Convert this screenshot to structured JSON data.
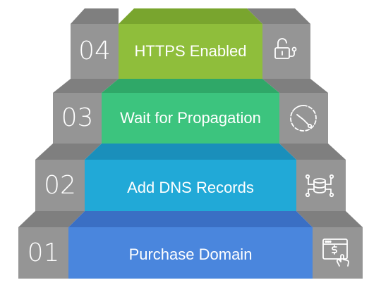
{
  "colors": {
    "side_front": "#959595",
    "side_top": "#7f7f7f",
    "steps": [
      {
        "front": "#4a86dd",
        "top": "#3a6fc4"
      },
      {
        "front": "#21a9d7",
        "top": "#1a8fbb"
      },
      {
        "front": "#3cc47e",
        "top": "#2fa868"
      },
      {
        "front": "#8fbe3b",
        "top": "#79a52e"
      }
    ]
  },
  "steps": [
    {
      "number": "01",
      "label": "Purchase Domain",
      "icon": "payment-click-icon"
    },
    {
      "number": "02",
      "label": "Add DNS Records",
      "icon": "database-network-icon"
    },
    {
      "number": "03",
      "label": "Wait for Propagation",
      "icon": "clock-timer-icon"
    },
    {
      "number": "04",
      "label": "HTTPS Enabled",
      "icon": "unlocked-padlock-icon"
    }
  ]
}
